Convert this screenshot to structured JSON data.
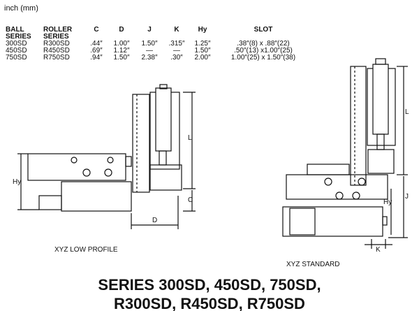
{
  "units": "inch (mm)",
  "table": {
    "headers": [
      "BALL SERIES",
      "ROLLER SERIES",
      "C",
      "D",
      "J",
      "K",
      "Hy",
      "SLOT"
    ],
    "rows": [
      [
        "300SD",
        "R300SD",
        ".44″",
        "1.00″",
        "1.50″",
        ".315″",
        "1.25″",
        ".38″(8) x .88″(22)"
      ],
      [
        "450SD",
        "R450SD",
        ".69″",
        "1.12″",
        "—",
        "—",
        "1.50″",
        ".50″(13) x1.00″(25)"
      ],
      [
        "750SD",
        "R750SD",
        ".94″",
        "1.50″",
        "2.38″",
        ".30″",
        "2.00″",
        "1.00″(25) x 1.50″(38)"
      ]
    ]
  },
  "diagram_labels": {
    "l": "L",
    "c": "C",
    "d": "D",
    "hy": "Hy",
    "j": "J",
    "k": "K"
  },
  "captions": {
    "low_profile": "XYZ LOW PROFILE",
    "standard": "XYZ STANDARD"
  },
  "title": {
    "line1": "SERIES 300SD, 450SD, 750SD,",
    "line2": "R300SD, R450SD, R750SD"
  }
}
